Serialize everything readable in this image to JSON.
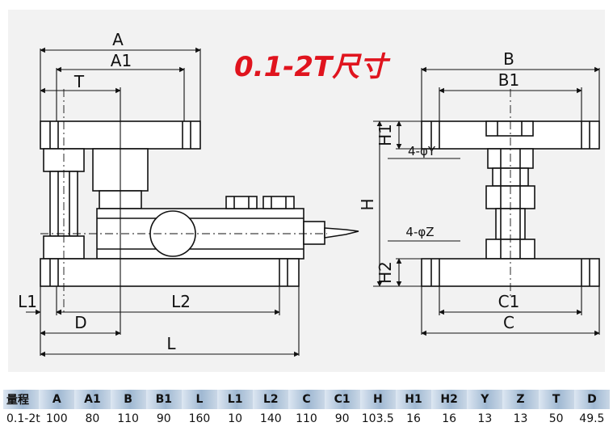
{
  "title": "0.1-2T尺寸",
  "colors": {
    "title": "#e0141e",
    "line": "#111111",
    "panel": "#f2f2f2",
    "header_band": "#9fb8d2"
  },
  "side_view_labels": {
    "A": "A",
    "A1": "A1",
    "T": "T",
    "L1": "L1",
    "L2": "L2",
    "D": "D",
    "L": "L"
  },
  "end_view_labels": {
    "B": "B",
    "B1": "B1",
    "H1": "H1",
    "Y": "4-φY",
    "H": "H",
    "Z": "4-φZ",
    "H2": "H2",
    "C1": "C1",
    "C": "C"
  },
  "spec_table": {
    "headers": [
      "量程",
      "A",
      "A1",
      "B",
      "B1",
      "L",
      "L1",
      "L2",
      "C",
      "C1",
      "H",
      "H1",
      "H2",
      "Y",
      "Z",
      "T",
      "D"
    ],
    "rows": [
      [
        "0.1-2t",
        "100",
        "80",
        "110",
        "90",
        "160",
        "10",
        "140",
        "110",
        "90",
        "103.5",
        "16",
        "16",
        "13",
        "13",
        "50",
        "49.5"
      ]
    ]
  }
}
